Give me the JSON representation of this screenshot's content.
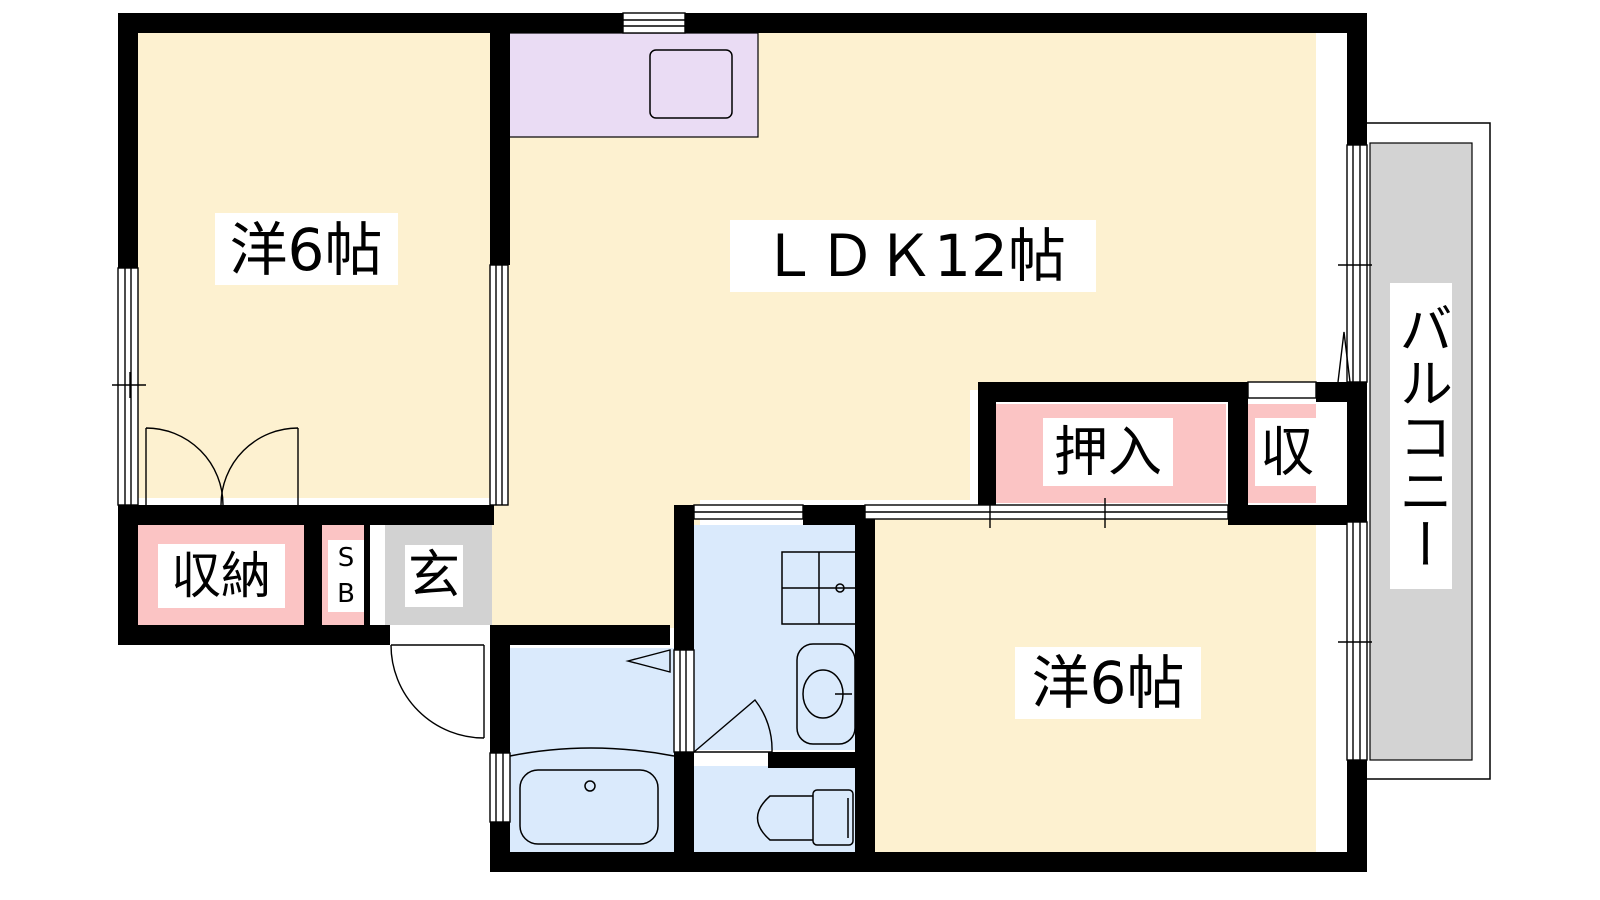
{
  "rooms": {
    "western_left": {
      "label": "洋6帖"
    },
    "ldk": {
      "label": "ＬＤＫ12帖"
    },
    "western_right": {
      "label": "洋6帖"
    },
    "oshiire": {
      "label": "押入"
    },
    "shu": {
      "label": "収"
    },
    "shuno": {
      "label": "収納"
    },
    "sb": {
      "label_top": "S",
      "label_bottom": "B"
    },
    "genkan": {
      "label": "玄"
    },
    "balcony": {
      "label": "バルコニー"
    }
  },
  "colors": {
    "room": "#fdf1d0",
    "storage": "#fbc4c4",
    "kitchen": "#eadcf4",
    "wet_area": "#daeafc",
    "entrance": "#d2d2d2",
    "balcony": "#d3d3d3",
    "wall": "#000000"
  }
}
